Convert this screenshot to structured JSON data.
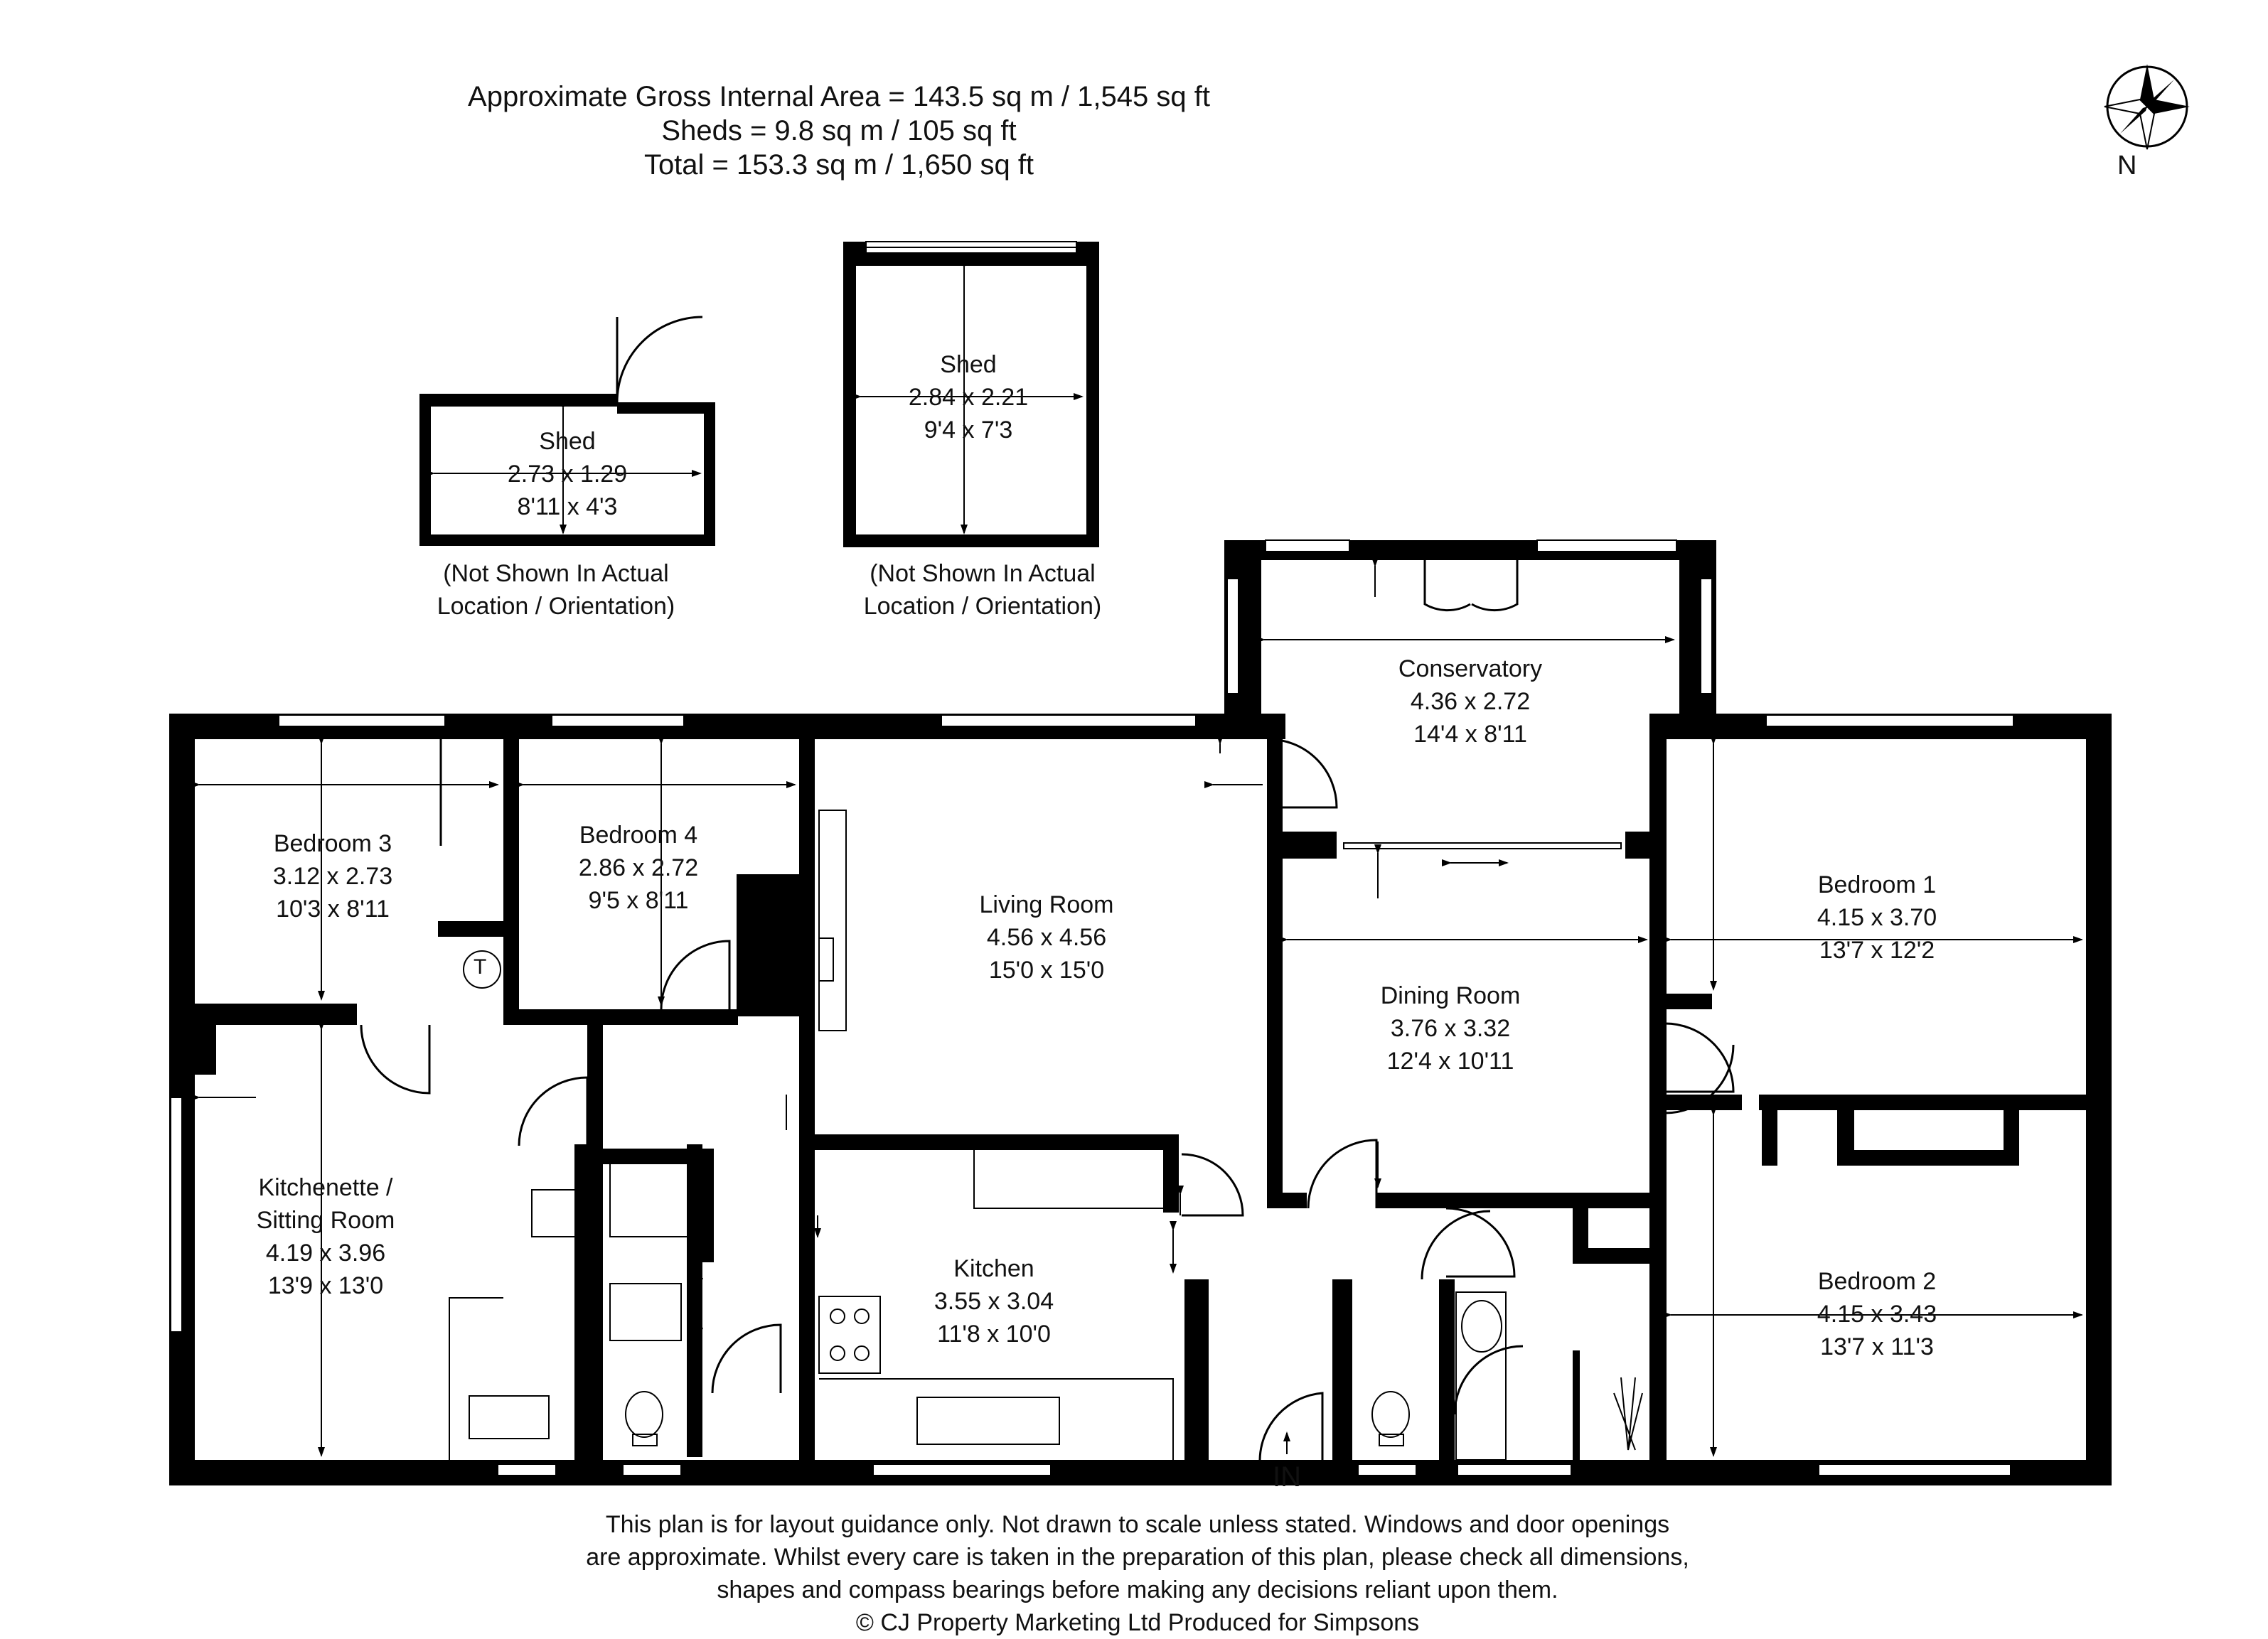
{
  "header": {
    "line1": "Approximate Gross Internal Area = 143.5 sq m / 1,545 sq ft",
    "line2": "Sheds = 9.8 sq m / 105 sq ft",
    "line3": "Total = 153.3 sq m / 1,650 sq ft"
  },
  "compass": {
    "label": "N",
    "icon": "compass-rose-icon"
  },
  "sheds": [
    {
      "name": "Shed",
      "metric": "2.73 x 1.29",
      "imperial": "8'11 x 4'3",
      "note1": "(Not Shown In Actual",
      "note2": "Location / Orientation)"
    },
    {
      "name": "Shed",
      "metric": "2.84 x 2.21",
      "imperial": "9'4 x 7'3",
      "note1": "(Not Shown In Actual",
      "note2": "Location / Orientation)"
    }
  ],
  "rooms": {
    "conservatory": {
      "name": "Conservatory",
      "metric": "4.36 x 2.72",
      "imperial": "14'4 x 8'11"
    },
    "bedroom3": {
      "name": "Bedroom 3",
      "metric": "3.12 x 2.73",
      "imperial": "10'3 x 8'11"
    },
    "bedroom4": {
      "name": "Bedroom 4",
      "metric": "2.86 x 2.72",
      "imperial": "9'5 x 8'11"
    },
    "living": {
      "name": "Living Room",
      "metric": "4.56 x 4.56",
      "imperial": "15'0 x 15'0"
    },
    "bedroom1": {
      "name": "Bedroom 1",
      "metric": "4.15 x 3.70",
      "imperial": "13'7 x 12'2"
    },
    "dining": {
      "name": "Dining Room",
      "metric": "3.76 x 3.32",
      "imperial": "12'4 x 10'11"
    },
    "kitchenette": {
      "name1": "Kitchenette /",
      "name2": "Sitting Room",
      "metric": "4.19 x 3.96",
      "imperial": "13'9 x 13'0"
    },
    "kitchen": {
      "name": "Kitchen",
      "metric": "3.55 x 3.04",
      "imperial": "11'8 x 10'0"
    },
    "bedroom2": {
      "name": "Bedroom 2",
      "metric": "4.15 x 3.43",
      "imperial": "13'7 x 11'3"
    }
  },
  "symbols": {
    "tank": "T",
    "entrance": "IN"
  },
  "footer": {
    "line1": "This plan is for layout guidance only. Not drawn to scale unless stated. Windows and door openings",
    "line2": "are approximate. Whilst every care is taken in the preparation of this plan, please check all dimensions,",
    "line3": "shapes and compass bearings before making any decisions reliant upon them.",
    "line4": "© CJ Property Marketing Ltd Produced for Simpsons"
  },
  "colors": {
    "wall": "#000000",
    "window": "#ffffff",
    "text": "#111111"
  }
}
